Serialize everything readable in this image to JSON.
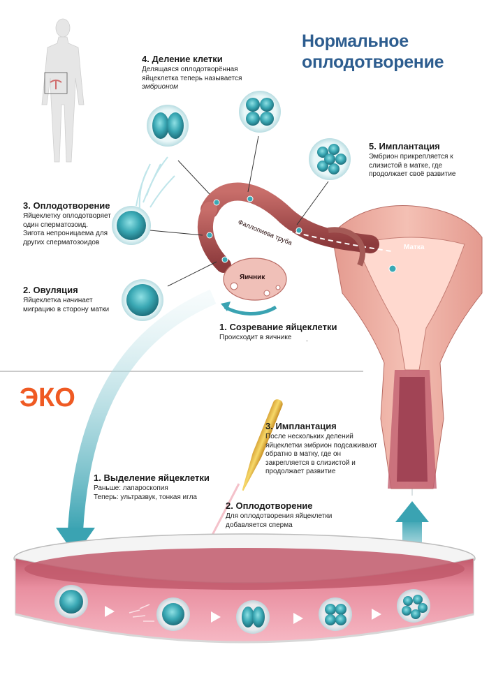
{
  "title": {
    "line1": "Нормальное",
    "line2": "оплодотворение"
  },
  "eko_title": "ЭКО",
  "normal_steps": {
    "s1": {
      "title": "1. Созревание яйцеклетки",
      "text": "Происходит в яичнике"
    },
    "s2": {
      "title": "2. Овуляция",
      "line1": "Яйцеклетка начинает",
      "line2": "миграцию в сторону матки"
    },
    "s3": {
      "title": "3. Оплодотворение",
      "line1": "Яйцеклетку оплодотворяет",
      "line2": "один сперматозоид.",
      "line3": "Зигота непроницаема для",
      "line4": "других сперматозоидов"
    },
    "s4": {
      "title": "4. Деление клетки",
      "line1": "Делящаяся оплодотворённая",
      "line2": "яйцеклетка теперь называется",
      "line3": "эмбрионом"
    },
    "s5": {
      "title": "5. Имплантация",
      "line1": "Эмбрион прикрепляется к",
      "line2": "слизистой в матке, где",
      "line3": "продолжает своё развитие"
    }
  },
  "labels": {
    "ovary": "Яичник",
    "tube": "Фаллопиева труба",
    "uterus": "Матка"
  },
  "eko_steps": {
    "s1": {
      "title": "1. Выделение яйцеклетки",
      "line1": "Раньше: лапароскопия",
      "line2": "Теперь: ультразвук, тонкая игла"
    },
    "s2": {
      "title": "2. Оплодотворение",
      "line1": "Для оплодотворения яйцеклетки",
      "line2": "добавляется сперма"
    },
    "s3": {
      "title": "3. Имплантация",
      "line1": "После нескольких делений",
      "line2": "яйцеклетки эмбрион подсаживают",
      "line3": "обратно в матку, где он",
      "line4": "закрепляется в слизистой и",
      "line5": "продолжает развитие"
    }
  },
  "colors": {
    "title_blue": "#2d5d8f",
    "eko_orange": "#ef5a23",
    "cell_teal": "#3aa8b4",
    "tissue_pink": "#e7a097",
    "dish_pink": "#e07b8e"
  }
}
